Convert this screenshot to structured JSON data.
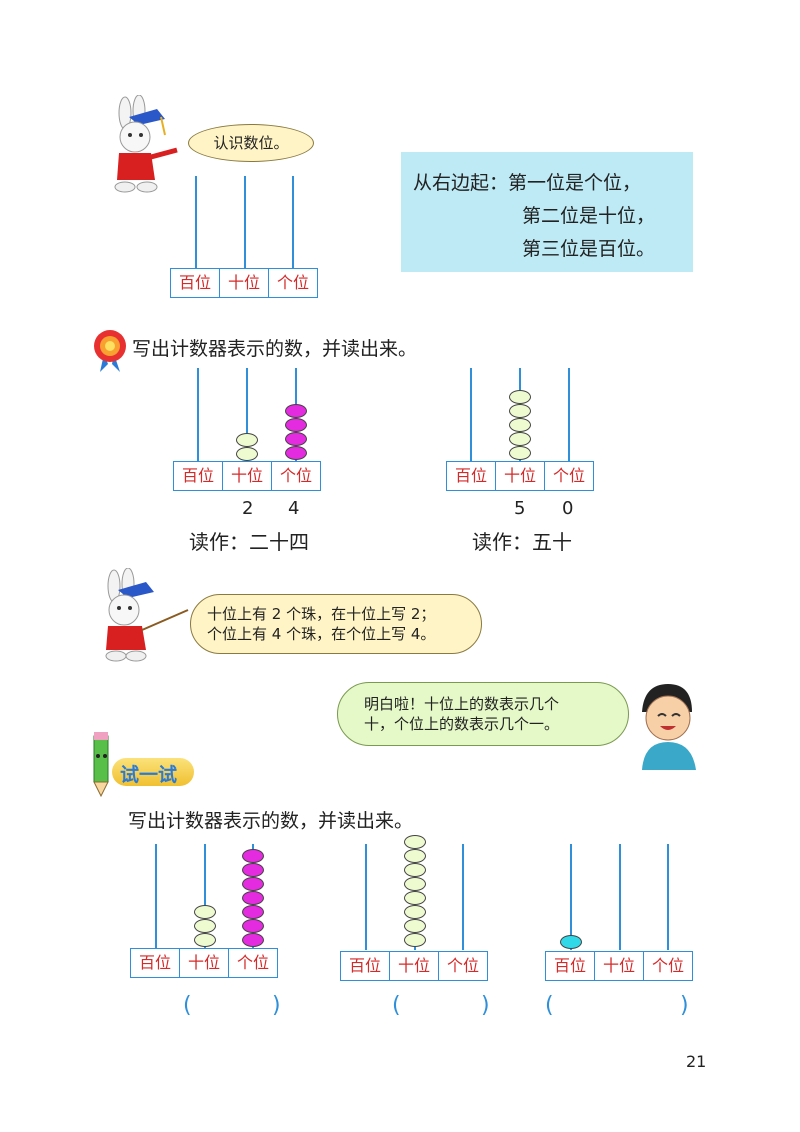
{
  "section1": {
    "bubble": "认识数位。",
    "place_labels": [
      "百位",
      "十位",
      "个位"
    ],
    "info": [
      "从右边起：第一位是个位，",
      "第二位是十位，",
      "第三位是百位。"
    ]
  },
  "exercise": {
    "instruction": "写出计数器表示的数，并读出来。",
    "examples": [
      {
        "digits": [
          "2",
          "4"
        ],
        "reading": "读作：二十四"
      },
      {
        "digits": [
          "5",
          "0"
        ],
        "reading": "读作：五十"
      }
    ]
  },
  "rabbit_bubble": [
    "十位上有 2 个珠，在十位上写 2；",
    "个位上有 4 个珠，在个位上写 4。"
  ],
  "boy_bubble": [
    "明白啦！十位上的数表示几个",
    "十，个位上的数表示几个一。"
  ],
  "try": {
    "badge": "试一试",
    "instruction": "写出计数器表示的数，并读出来。",
    "paren_open": "(",
    "paren_close": ")"
  },
  "page_number": "21",
  "colors": {
    "rod": "#2f8fd8",
    "label": "#d52a2a",
    "bead_ones": "#e52be0",
    "bead_tens": "#eefbd0",
    "bead_hundreds": "#30d8e8",
    "info_box": "#bdeaf5",
    "bubble": "#fff4c6"
  }
}
